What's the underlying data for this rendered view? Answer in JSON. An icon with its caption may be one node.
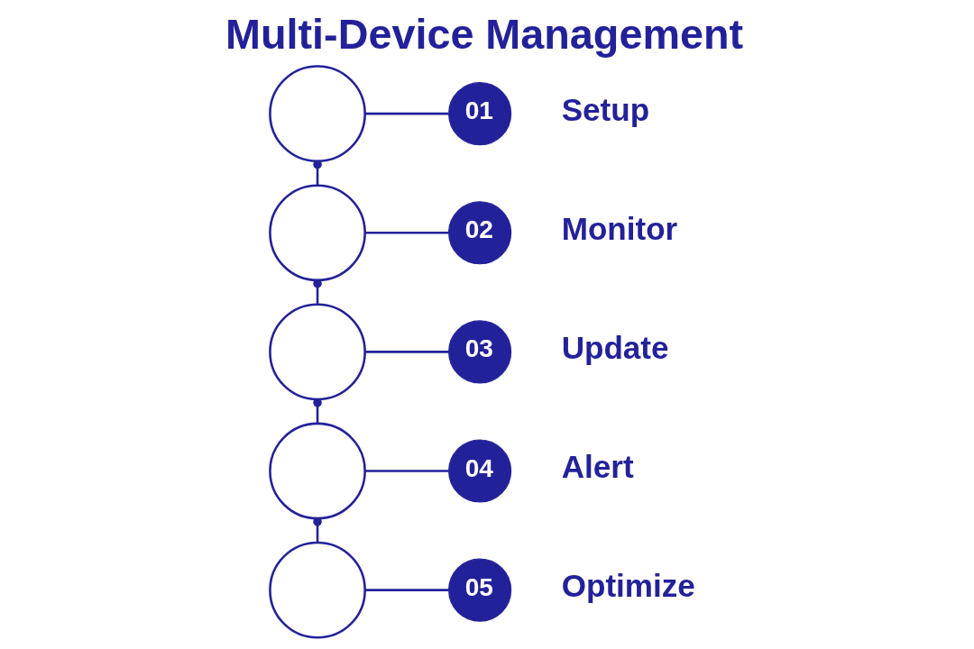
{
  "diagram": {
    "title": "Multi-Device Management",
    "nodes": [
      {
        "text": [],
        "shape": "circle"
      },
      {
        "text": [
          "01"
        ],
        "beside": [
          "Setup"
        ]
      },
      {
        "text": [],
        "shape": "circle"
      },
      {
        "text": [
          "02"
        ],
        "beside": [
          "Monitor"
        ]
      },
      {
        "text": [],
        "shape": "circle"
      },
      {
        "text": [
          "03"
        ],
        "beside": [
          "Update"
        ]
      },
      {
        "text": [],
        "shape": "circle"
      },
      {
        "text": [
          "04"
        ],
        "beside": [
          "Alert"
        ]
      },
      {
        "text": [],
        "shape": "circle"
      },
      {
        "text": [
          "05"
        ],
        "beside": [
          "Optimize"
        ]
      }
    ],
    "edges": [
      {
        "from": 0,
        "to": 1,
        "arrow": "none"
      },
      {
        "from": 0,
        "to": 2,
        "arrow": "other"
      },
      {
        "from": 2,
        "to": 3,
        "arrow": "none"
      },
      {
        "from": 2,
        "to": 4,
        "arrow": "other"
      },
      {
        "from": 4,
        "to": 5,
        "arrow": "none"
      },
      {
        "from": 4,
        "to": 6,
        "arrow": "other"
      },
      {
        "from": 6,
        "to": 7,
        "arrow": "none"
      },
      {
        "from": 6,
        "to": 8,
        "arrow": "other"
      },
      {
        "from": 8,
        "to": 9,
        "arrow": "none"
      }
    ]
  }
}
